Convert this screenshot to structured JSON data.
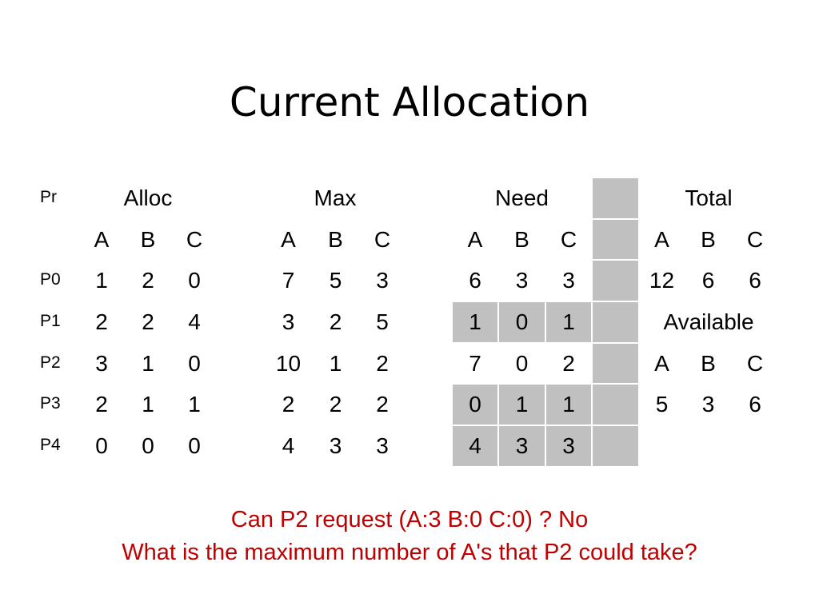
{
  "title": "Current Allocation",
  "table": {
    "pr_header": "Pr",
    "groups": {
      "alloc": "Alloc",
      "max": "Max",
      "need": "Need",
      "total": "Total"
    },
    "columns": [
      "A",
      "B",
      "C"
    ],
    "rows": [
      {
        "proc": "P0",
        "alloc": [
          "1",
          "2",
          "0"
        ],
        "max": [
          "7",
          "5",
          "3"
        ],
        "need": [
          "6",
          "3",
          "3"
        ]
      },
      {
        "proc": "P1",
        "alloc": [
          "2",
          "2",
          "4"
        ],
        "max": [
          "3",
          "2",
          "5"
        ],
        "need": [
          "1",
          "0",
          "1"
        ]
      },
      {
        "proc": "P2",
        "alloc": [
          "3",
          "1",
          "0"
        ],
        "max": [
          "10",
          "1",
          "2"
        ],
        "need": [
          "7",
          "0",
          "2"
        ]
      },
      {
        "proc": "P3",
        "alloc": [
          "2",
          "1",
          "1"
        ],
        "max": [
          "2",
          "2",
          "2"
        ],
        "need": [
          "0",
          "1",
          "1"
        ]
      },
      {
        "proc": "P4",
        "alloc": [
          "0",
          "0",
          "0"
        ],
        "max": [
          "4",
          "3",
          "3"
        ],
        "need": [
          "4",
          "3",
          "3"
        ]
      }
    ],
    "total": {
      "values": [
        "12",
        "6",
        "6"
      ]
    },
    "available": {
      "label": "Available",
      "columns": [
        "A",
        "B",
        "C"
      ],
      "values": [
        "5",
        "3",
        "6"
      ]
    }
  },
  "question": {
    "line1": "Can P2 request (A:3 B:0 C:0) ? No",
    "line2": "What is the maximum number of A's that P2 could take?"
  },
  "colors": {
    "question_text": "#c00000",
    "shading": "#c0c0c0"
  }
}
